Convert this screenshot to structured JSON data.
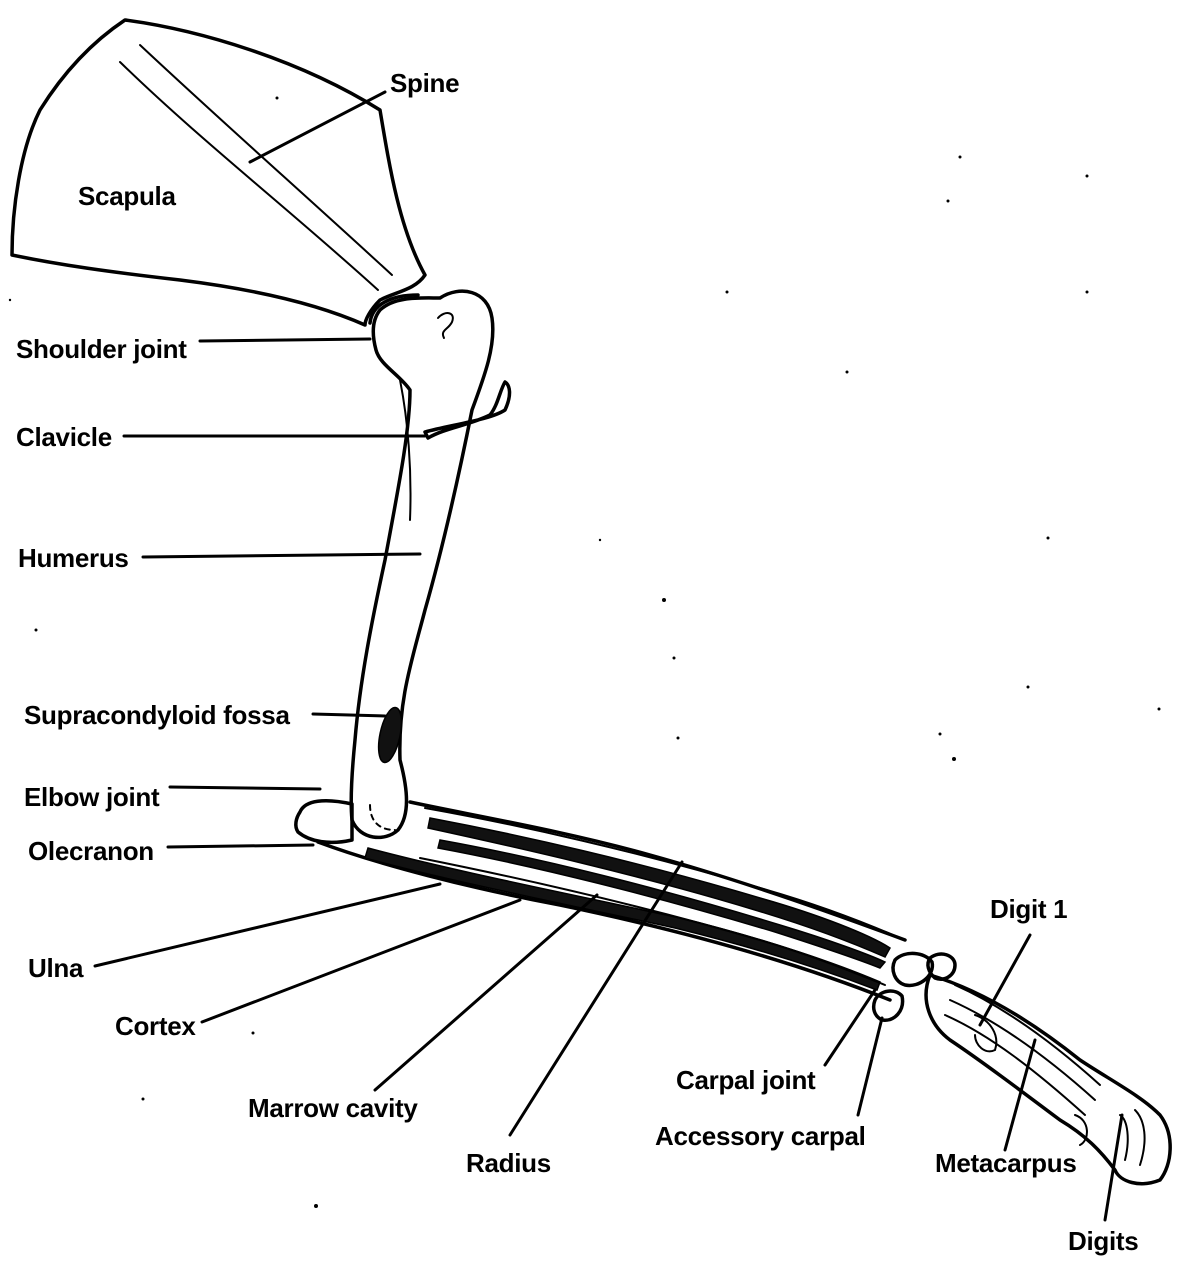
{
  "labels": {
    "spine": "Spine",
    "scapula": "Scapula",
    "shoulder_joint": "Shoulder joint",
    "clavicle": "Clavicle",
    "humerus": "Humerus",
    "supracondyloid_fossa": "Supracondyloid fossa",
    "elbow_joint": "Elbow joint",
    "olecranon": "Olecranon",
    "ulna": "Ulna",
    "cortex": "Cortex",
    "marrow_cavity": "Marrow cavity",
    "radius": "Radius",
    "carpal_joint": "Carpal joint",
    "accessory_carpal": "Accessory carpal",
    "digit_1": "Digit 1",
    "metacarpus": "Metacarpus",
    "digits": "Digits"
  },
  "colors": {
    "ink": "#000000",
    "background": "#ffffff"
  }
}
